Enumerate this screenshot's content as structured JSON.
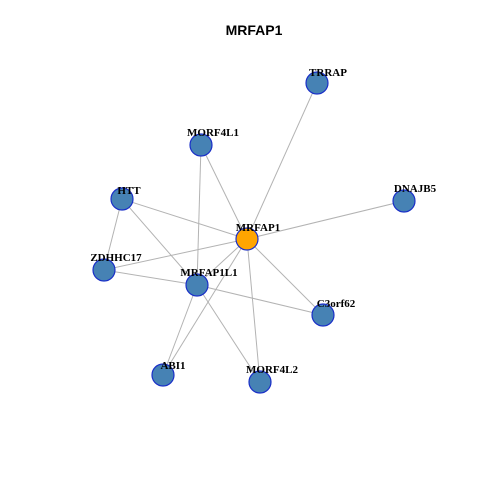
{
  "title": "MRFAP1",
  "colors": {
    "node_fill": "#4682b4",
    "center_fill": "#ffa500",
    "node_border": "#1a2fc8",
    "edge": "#b3b3b3"
  },
  "nodes": [
    {
      "id": "TRRAP",
      "label": "TRRAP"
    },
    {
      "id": "MORF4L1",
      "label": "MORF4L1"
    },
    {
      "id": "DNAJB5",
      "label": "DNAJB5"
    },
    {
      "id": "HTT",
      "label": "HTT"
    },
    {
      "id": "MRFAP1",
      "label": "MRFAP1",
      "center": true
    },
    {
      "id": "ZDHHC17",
      "label": "ZDHHC17"
    },
    {
      "id": "MRFAP1L1",
      "label": "MRFAP1L1"
    },
    {
      "id": "C3orf62",
      "label": "C3orf62"
    },
    {
      "id": "ABI1",
      "label": "ABI1"
    },
    {
      "id": "MORF4L2",
      "label": "MORF4L2"
    }
  ],
  "edges": [
    [
      "MRFAP1",
      "TRRAP"
    ],
    [
      "MRFAP1",
      "MORF4L1"
    ],
    [
      "MRFAP1",
      "DNAJB5"
    ],
    [
      "MRFAP1",
      "HTT"
    ],
    [
      "MRFAP1",
      "ZDHHC17"
    ],
    [
      "MRFAP1",
      "MRFAP1L1"
    ],
    [
      "MRFAP1",
      "C3orf62"
    ],
    [
      "MRFAP1",
      "ABI1"
    ],
    [
      "MRFAP1",
      "MORF4L2"
    ],
    [
      "HTT",
      "ZDHHC17"
    ],
    [
      "HTT",
      "MRFAP1L1"
    ],
    [
      "MORF4L1",
      "MRFAP1L1"
    ],
    [
      "ZDHHC17",
      "MRFAP1L1"
    ],
    [
      "MRFAP1L1",
      "C3orf62"
    ],
    [
      "MRFAP1L1",
      "ABI1"
    ],
    [
      "MRFAP1L1",
      "MORF4L2"
    ]
  ]
}
